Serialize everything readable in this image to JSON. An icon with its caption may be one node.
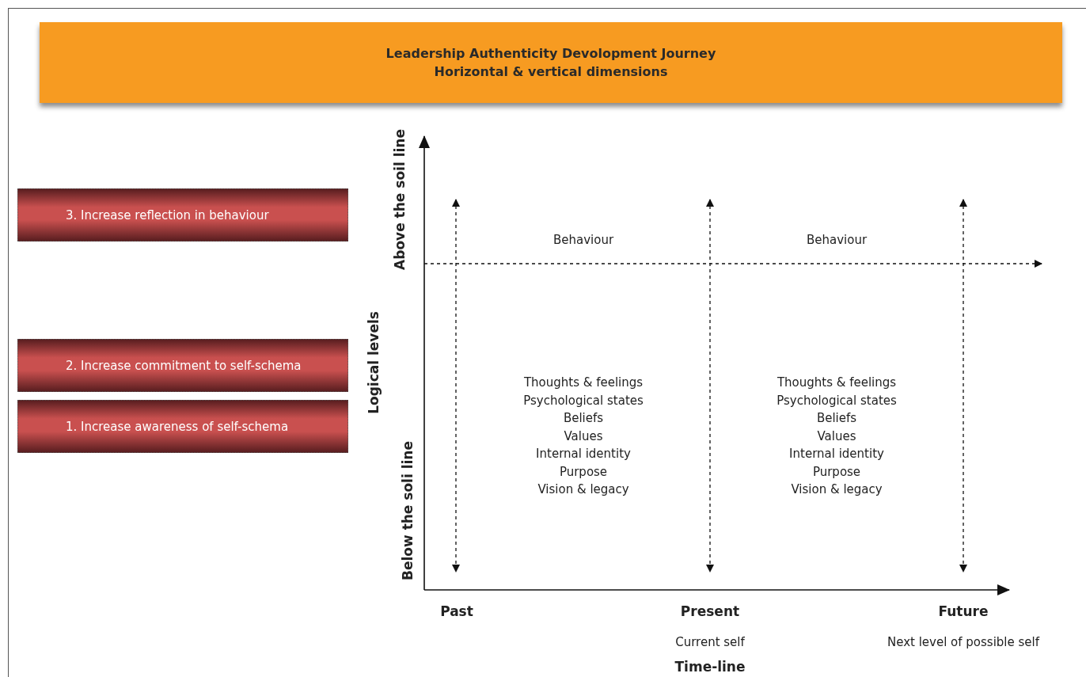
{
  "diagram": {
    "nodes": [
      {
        "text": [
          "Leadership Authenticity Devolopment Journey",
          "Horizontal & vertical dimensions"
        ]
      },
      {
        "text": [
          "3. Increase reflection in behaviour"
        ]
      },
      {
        "text": [
          "2. Increase commitment to self-schema"
        ]
      },
      {
        "text": [
          "1. Increase awareness of self-schema"
        ]
      }
    ],
    "labels": [
      "Above the soil line",
      "Behaviour",
      "Behaviour",
      "Logical levels",
      "Thoughts & feelings",
      "Psychological states",
      "Beliefs",
      "Values",
      "Internal identity",
      "Purpose",
      "Vision & legacy",
      "Thoughts & feelings",
      "Psychological states",
      "Beliefs",
      "Values",
      "Internal identity",
      "Purpose",
      "Vision & legacy",
      "Below the soli line",
      "Past",
      "Present",
      "Future",
      "Current self",
      "Next level of possible self",
      "Time-line"
    ]
  }
}
